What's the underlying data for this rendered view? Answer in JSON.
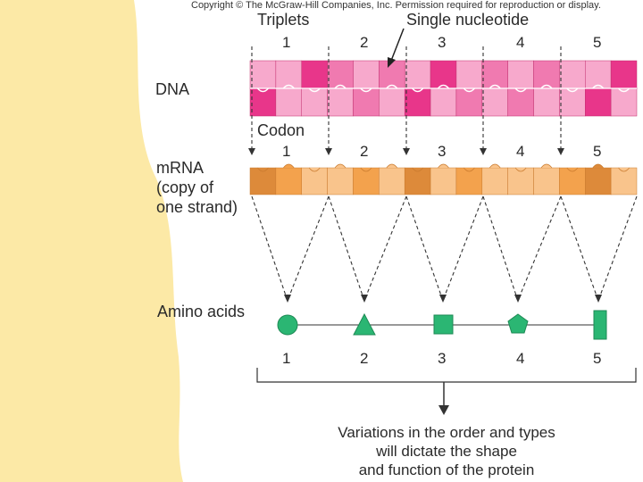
{
  "copyright": "Copyright © The McGraw-Hill Companies, Inc. Permission required for reproduction or display.",
  "labels": {
    "triplets": "Triplets",
    "single_nucleotide": "Single nucleotide",
    "dna": "DNA",
    "codon": "Codon",
    "mrna_lines": [
      "mRNA",
      "(copy of",
      "one strand)"
    ],
    "amino_acids": "Amino acids"
  },
  "numbers": [
    "1",
    "2",
    "3",
    "4",
    "5"
  ],
  "amino_shapes": [
    "circle",
    "triangle",
    "square",
    "pentagon",
    "rectangle"
  ],
  "caption_lines": [
    "Variations in the order and types",
    "will dictate the shape",
    "and function of the protein"
  ],
  "colors": {
    "background_band": "#fce9a6",
    "dna_dark": "#e8368a",
    "dna_mid": "#f07ab0",
    "dna_light": "#f7a9cc",
    "mrna_dark": "#dd8a3a",
    "mrna_mid": "#f3a24d",
    "mrna_light": "#f9c48c",
    "amino": "#2bb673"
  }
}
